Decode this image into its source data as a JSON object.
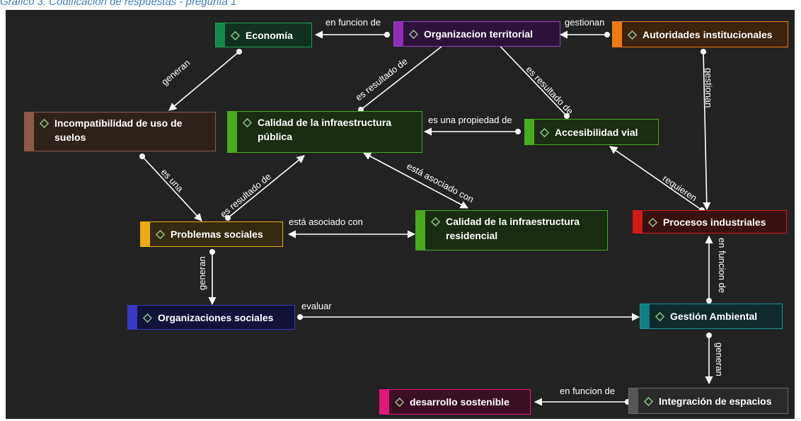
{
  "caption": "Gráfico 3. Codificación de respuestas - pregunta 1",
  "nodes": {
    "economia": {
      "label": "Economía",
      "bar_color": "#138a4a",
      "bg": "#12301f",
      "border": "#1fa155"
    },
    "organizacion_territorial": {
      "label": "Organizacion territorial",
      "bar_color": "#8e2eb5",
      "bg": "#2c1238",
      "border": "#9b3cc4"
    },
    "autoridades_institucionales": {
      "label": "Autoridades institucionales",
      "bar_color": "#f07b12",
      "bg": "#3b2410",
      "border": "#f07b12"
    },
    "incompatibilidad_uso_suelos": {
      "label": "Incompatibilidad de uso de suelos",
      "bar_color": "#8c5a48",
      "bg": "#2f221b",
      "border": "#8c5a48"
    },
    "calidad_infraestructura_publica": {
      "label": "Calidad de la infraestructura pública",
      "bar_color": "#47ab1d",
      "bg": "#1a2c12",
      "border": "#47ab1d"
    },
    "accesibilidad_vial": {
      "label": "Accesibilidad vial",
      "bar_color": "#47ab1d",
      "bg": "#1a2c12",
      "border": "#47ab1d"
    },
    "problemas_sociales": {
      "label": "Problemas sociales",
      "bar_color": "#e8ad12",
      "bg": "#352a12",
      "border": "#e8ad12"
    },
    "calidad_infraestructura_residencial": {
      "label": "Calidad de la infraestructura residencial",
      "bar_color": "#47ab1d",
      "bg": "#1a2c12",
      "border": "#47ab1d"
    },
    "procesos_industriales": {
      "label": "Procesos industriales",
      "bar_color": "#d11a1a",
      "bg": "#3a0f0f",
      "border": "#d11a1a"
    },
    "organizaciones_sociales": {
      "label": "Organizaciones sociales",
      "bar_color": "#3838c4",
      "bg": "#12123a",
      "border": "#3838c4"
    },
    "gestion_ambiental": {
      "label": "Gestión Ambiental",
      "bar_color": "#127e87",
      "bg": "#102a2c",
      "border": "#15939c"
    },
    "desarrollo_sostenible": {
      "label": "desarrollo sostenible",
      "bar_color": "#e0187a",
      "bg": "#3a0f24",
      "border": "#e0187a"
    },
    "integracion_espacios": {
      "label": "Integración de espacios",
      "bar_color": "#555555",
      "bg": "#2a2a2a",
      "border": "#6a6a6a"
    }
  },
  "edges": [
    {
      "from": "Organizacion territorial",
      "to": "Economía",
      "label": "en funcion de"
    },
    {
      "from": "Autoridades institucionales",
      "to": "Organizacion territorial",
      "label": "gestionan"
    },
    {
      "from": "Economía",
      "to": "Incompatibilidad de uso de suelos",
      "label": "generan"
    },
    {
      "from": "Calidad de la infraestructura pública",
      "to": "Organizacion territorial",
      "label": "es resultado de"
    },
    {
      "from": "Accesibilidad vial",
      "to": "Organizacion territorial",
      "label": "es resultado de"
    },
    {
      "from": "Autoridades institucionales",
      "to": "Procesos industriales",
      "label": "gestionan"
    },
    {
      "from": "Accesibilidad vial",
      "to": "Calidad de la infraestructura pública",
      "label": "es una propiedad de"
    },
    {
      "from": "Incompatibilidad de uso de suelos",
      "to": "Problemas sociales",
      "label": "es una"
    },
    {
      "from": "Problemas sociales",
      "to": "Calidad de la infraestructura pública",
      "label": "es resultado de"
    },
    {
      "from": "Calidad de la infraestructura residencial",
      "to": "Calidad de la infraestructura pública",
      "label": "está asociado con"
    },
    {
      "from": "Procesos industriales",
      "to": "Accesibilidad vial",
      "label": "requieren"
    },
    {
      "from": "Problemas sociales",
      "to": "Calidad de la infraestructura residencial",
      "label": "está asociado con"
    },
    {
      "from": "Problemas sociales",
      "to": "Organizaciones sociales",
      "label": "generan"
    },
    {
      "from": "Gestión Ambiental",
      "to": "Procesos industriales",
      "label": "en funcion de"
    },
    {
      "from": "Organizaciones sociales",
      "to": "Gestión Ambiental",
      "label": "evaluar"
    },
    {
      "from": "Gestión Ambiental",
      "to": "Integración de espacios",
      "label": "generan"
    },
    {
      "from": "Integración de espacios",
      "to": "desarrollo sostenible",
      "label": "en funcion de"
    }
  ]
}
